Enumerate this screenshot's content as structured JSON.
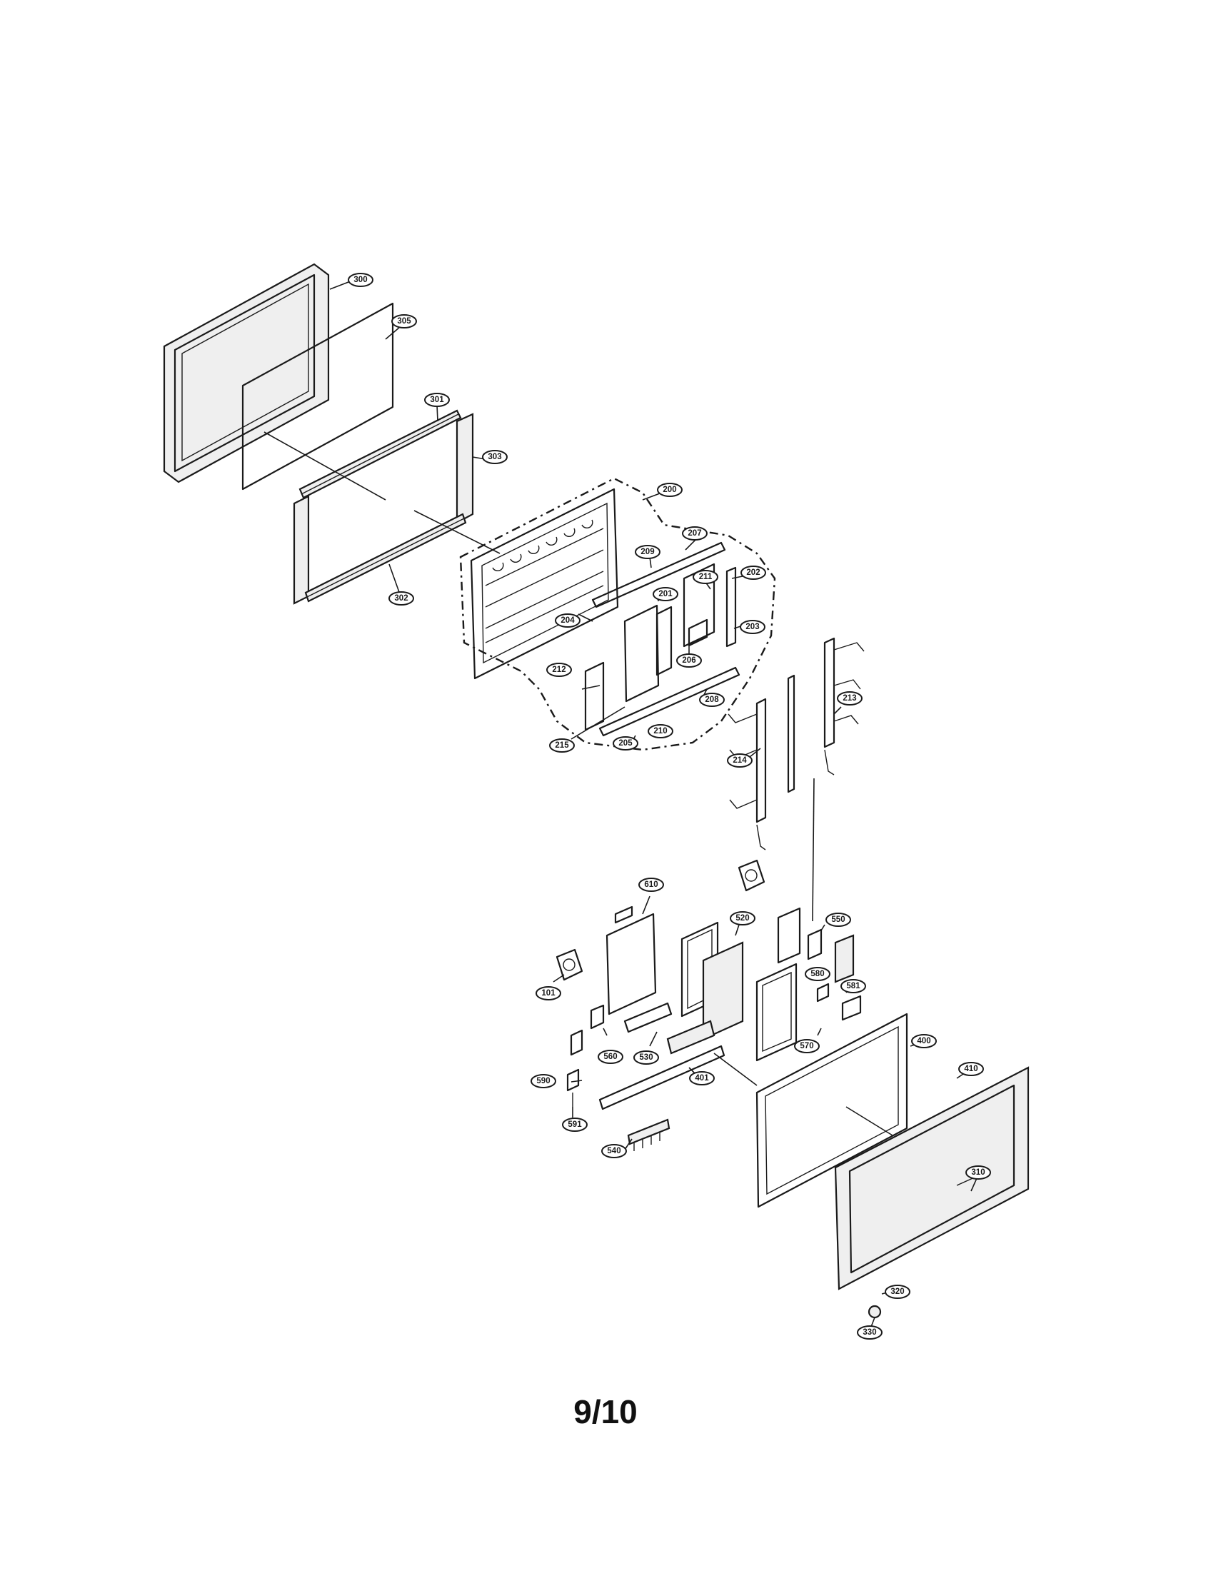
{
  "page_number": "9/10",
  "part_callouts": [
    "300",
    "305",
    "301",
    "303",
    "302",
    "200",
    "207",
    "209",
    "202",
    "211",
    "201",
    "204",
    "203",
    "206",
    "212",
    "208",
    "215",
    "205",
    "210",
    "213",
    "214",
    "610",
    "520",
    "550",
    "101",
    "580",
    "581",
    "560",
    "530",
    "570",
    "400",
    "590",
    "401",
    "591",
    "540",
    "410",
    "310",
    "320",
    "330"
  ]
}
